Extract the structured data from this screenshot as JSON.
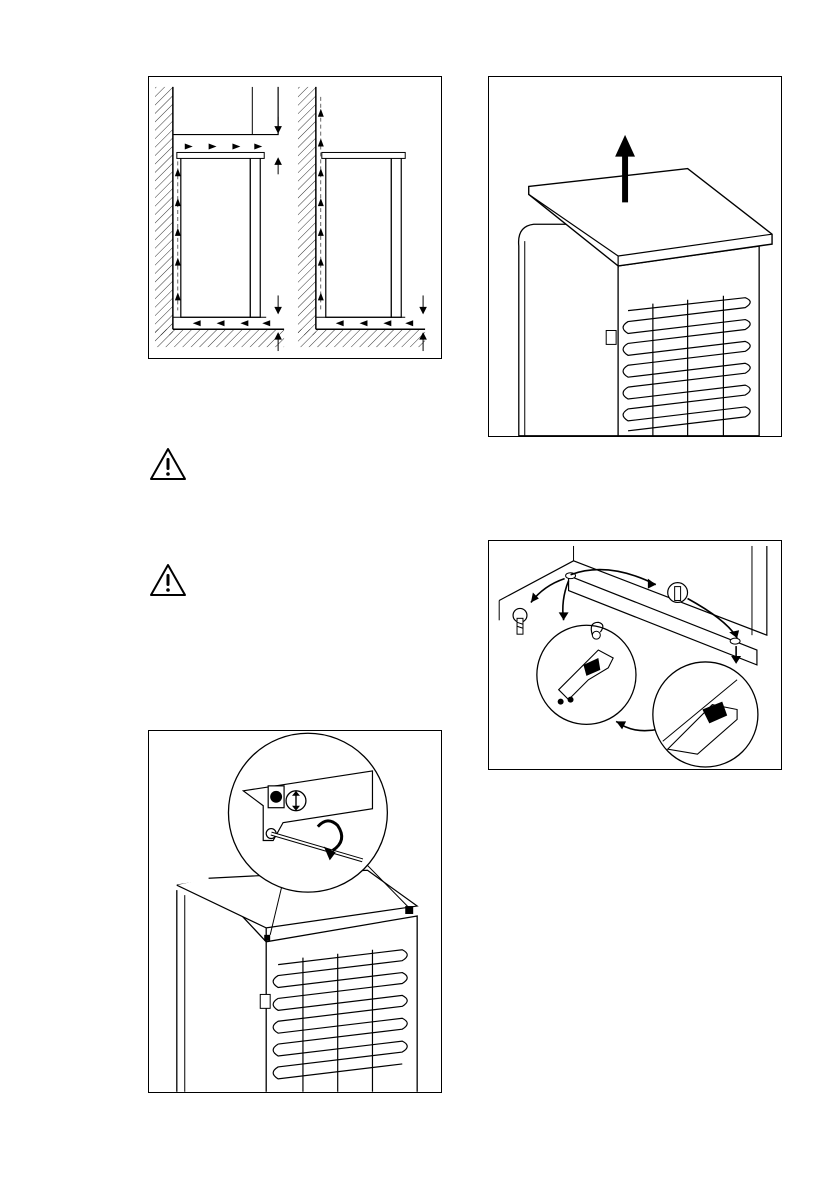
{
  "figures": [
    {
      "id": "ventilation",
      "icon": "ventilation-clearance-diagram"
    },
    {
      "id": "lid-remove",
      "icon": "lift-top-cover-diagram"
    },
    {
      "id": "door-hinge",
      "icon": "hinge-reversal-diagram"
    },
    {
      "id": "screw-top",
      "icon": "unscrew-top-cover-diagram"
    }
  ],
  "warnings": [
    {
      "icon": "warning-triangle-icon"
    },
    {
      "icon": "warning-triangle-icon"
    }
  ]
}
